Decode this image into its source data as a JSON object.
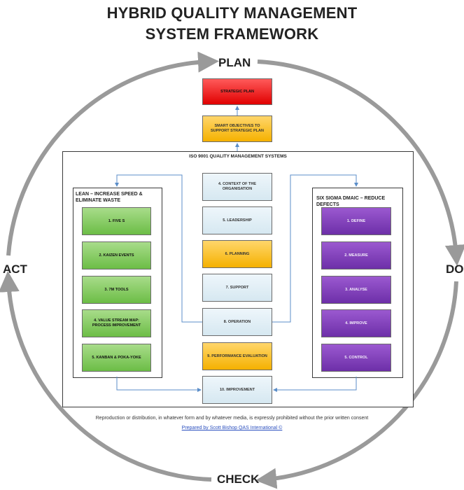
{
  "title": {
    "line1": "HYBRID QUALITY MANAGEMENT",
    "line2": "SYSTEM FRAMEWORK"
  },
  "cycle": {
    "plan": "PLAN",
    "do": "DO",
    "check": "CHECK",
    "act": "ACT"
  },
  "top": {
    "strategic_plan": "STRATEGIC PLAN",
    "smart_objectives": "SMART OBJECTIVES TO SUPPORT STRATEGIC PLAN"
  },
  "iso": {
    "title": "ISO 9001 QUALITY MANAGEMENT SYSTEMS",
    "items": [
      "4. CONTEXT OF THE ORGANISATION",
      "5. LEADERSHIP",
      "6. PLANNING",
      "7. SUPPORT",
      "8. OPERATION",
      "9. PERFORMANCE EVALUATION",
      "10. IMPROVEMENT"
    ]
  },
  "lean": {
    "title": "LEAN – INCREASE SPEED & ELIMINATE WASTE",
    "items": [
      "1. FIVE S",
      "2. KAIZEN EVENTS",
      "3. 7M TOOLS",
      "4. VALUE STREAM MAP: PROCESS IMPROVEMENT",
      "5. KANBAN & POKA-YOKE"
    ]
  },
  "six_sigma": {
    "title": "SIX SIGMA DMAIC – REDUCE DEFECTS",
    "items": [
      "1. DEFINE",
      "2. MEASURE",
      "3. ANALYSE",
      "4. IMPROVE",
      "5. CONTROL"
    ]
  },
  "footer": {
    "notice": "Reproduction or distribution, in whatever form and by whatever media, is expressly prohibited without the prior written consent",
    "credit": "Prepared by Scott Bishop QAS International ©"
  },
  "colors": {
    "cycle_arrow": "#9a9a9a",
    "connector": "#5b8ec9",
    "red": "#e00000",
    "orange": "#f5b100",
    "blue": "#d6e8f1",
    "green": "#6cbd46",
    "purple": "#6d2fa8"
  }
}
